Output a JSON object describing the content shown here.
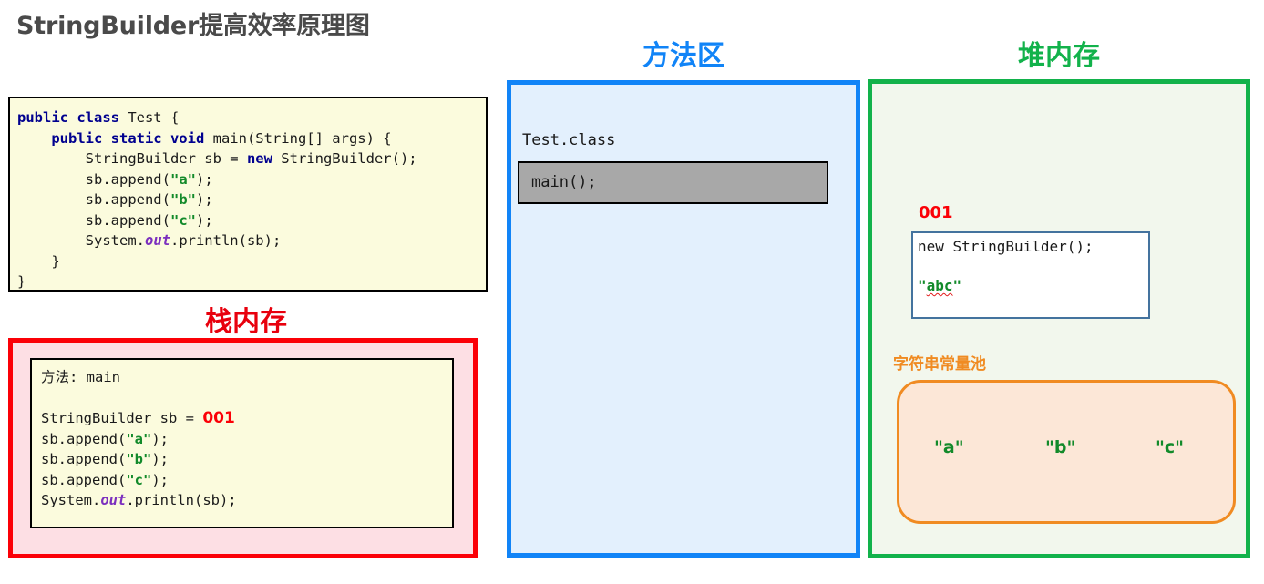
{
  "page": {
    "title": "StringBuilder提高效率原理图"
  },
  "source_panel": {
    "name": "java-source-code",
    "lines": [
      {
        "segments": [
          {
            "t": "public class",
            "c": "kw"
          },
          {
            "t": " Test {",
            "c": ""
          }
        ]
      },
      {
        "segments": [
          {
            "t": "    ",
            "c": ""
          },
          {
            "t": "public static void",
            "c": "kw"
          },
          {
            "t": " main(String[] args) {",
            "c": ""
          }
        ]
      },
      {
        "segments": [
          {
            "t": "        StringBuilder sb = ",
            "c": ""
          },
          {
            "t": "new",
            "c": "kw"
          },
          {
            "t": " StringBuilder();",
            "c": ""
          }
        ]
      },
      {
        "segments": [
          {
            "t": "        sb.append(",
            "c": ""
          },
          {
            "t": "\"a\"",
            "c": "str"
          },
          {
            "t": ");",
            "c": ""
          }
        ]
      },
      {
        "segments": [
          {
            "t": "        sb.append(",
            "c": ""
          },
          {
            "t": "\"b\"",
            "c": "str"
          },
          {
            "t": ");",
            "c": ""
          }
        ]
      },
      {
        "segments": [
          {
            "t": "        sb.append(",
            "c": ""
          },
          {
            "t": "\"c\"",
            "c": "str"
          },
          {
            "t": ");",
            "c": ""
          }
        ]
      },
      {
        "segments": [
          {
            "t": "        System.",
            "c": ""
          },
          {
            "t": "out",
            "c": "fld"
          },
          {
            "t": ".println(sb);",
            "c": ""
          }
        ]
      },
      {
        "segments": [
          {
            "t": "    }",
            "c": ""
          }
        ]
      },
      {
        "segments": [
          {
            "t": "}",
            "c": ""
          }
        ]
      }
    ]
  },
  "stack_memory": {
    "heading": "栈内存",
    "frame": {
      "lines": [
        {
          "segments": [
            {
              "t": "方法: main",
              "c": ""
            }
          ]
        },
        {
          "segments": [
            {
              "t": "",
              "c": ""
            }
          ]
        },
        {
          "segments": [
            {
              "t": "StringBuilder sb = ",
              "c": ""
            },
            {
              "t": "001",
              "c": "addr-red"
            }
          ]
        },
        {
          "segments": [
            {
              "t": "sb.append(",
              "c": ""
            },
            {
              "t": "\"a\"",
              "c": "str"
            },
            {
              "t": ");",
              "c": ""
            }
          ]
        },
        {
          "segments": [
            {
              "t": "sb.append(",
              "c": ""
            },
            {
              "t": "\"b\"",
              "c": "str"
            },
            {
              "t": ");",
              "c": ""
            }
          ]
        },
        {
          "segments": [
            {
              "t": "sb.append(",
              "c": ""
            },
            {
              "t": "\"c\"",
              "c": "str"
            },
            {
              "t": ");",
              "c": ""
            }
          ]
        },
        {
          "segments": [
            {
              "t": "System.",
              "c": ""
            },
            {
              "t": "out",
              "c": "fld"
            },
            {
              "t": ".println(sb);",
              "c": ""
            }
          ]
        }
      ]
    }
  },
  "method_area": {
    "heading": "方法区",
    "class_name": "Test.class",
    "method_slot": "main();"
  },
  "heap_memory": {
    "heading": "堆内存",
    "object": {
      "address": "001",
      "constructor": "new StringBuilder();",
      "value": "abc",
      "value_display": "\"abc\""
    },
    "string_pool": {
      "label": "字符串常量池",
      "entries": [
        "\"a\"",
        "\"b\"",
        "\"c\""
      ]
    }
  },
  "colors": {
    "title": "#4a4a4a",
    "stack_red": "#fb0007",
    "method_blue": "#1184f7",
    "heap_green": "#12b24b",
    "pool_orange": "#f08b22",
    "keyword_navy": "#00008f",
    "string_green": "#128a2a",
    "field_purple": "#7b2fbe",
    "method_slot_gray": "#a8a8a8"
  }
}
